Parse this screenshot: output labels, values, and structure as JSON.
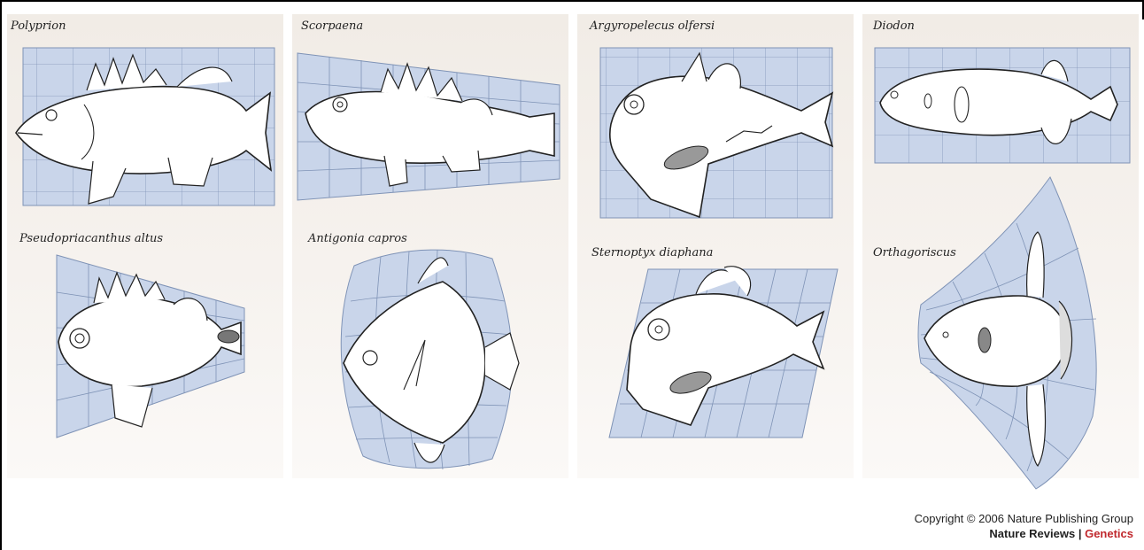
{
  "species": [
    {
      "id": "polyprion",
      "name": "Polyprion"
    },
    {
      "id": "scorpaena",
      "name": "Scorpaena"
    },
    {
      "id": "argyropelecus",
      "name": "Argyropelecus olfersi"
    },
    {
      "id": "diodon",
      "name": "Diodon"
    },
    {
      "id": "pseudopriacanthus",
      "name": "Pseudopriacanthus altus"
    },
    {
      "id": "antigonia",
      "name": "Antigonia capros"
    },
    {
      "id": "sternoptyx",
      "name": "Sternoptyx diaphana"
    },
    {
      "id": "orthagoriscus",
      "name": "Orthagoriscus"
    }
  ],
  "copyright": {
    "line1": "Copyright © 2006 Nature Publishing Group",
    "publisher": "Nature Reviews",
    "separator": " | ",
    "journal": "Genetics"
  },
  "colors": {
    "grid_fill": "#c9d5ea",
    "grid_line": "#7f93b6",
    "panel_bg": "#f1ece6",
    "accent": "#c0282d"
  }
}
